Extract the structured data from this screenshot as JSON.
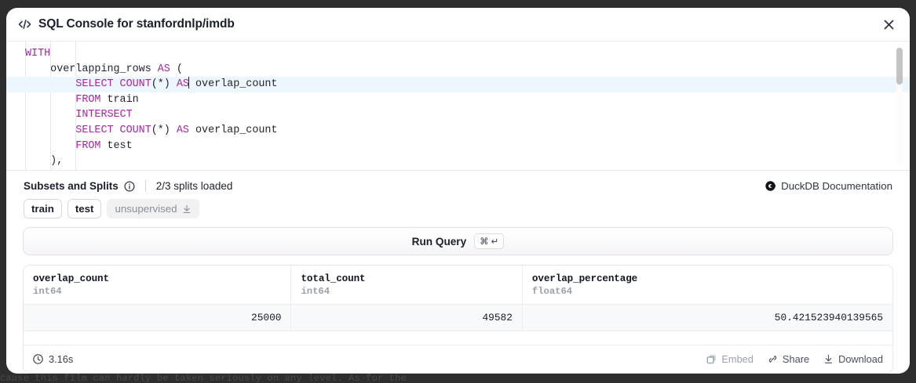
{
  "background": {
    "text_behind": "cause this film can hardly be taken seriously on any level. As for the"
  },
  "modal": {
    "title": "SQL Console for stanfordnlp/imdb",
    "code_icon": "code-brackets-icon",
    "close_icon": "close-icon"
  },
  "editor": {
    "lines": [
      {
        "indent": 0,
        "parts": [
          {
            "t": "WITH",
            "kw": true
          }
        ],
        "active": false
      },
      {
        "indent": 1,
        "parts": [
          {
            "t": "overlapping_rows ",
            "kw": false
          },
          {
            "t": "AS",
            "kw": true
          },
          {
            "t": " (",
            "kw": false
          }
        ],
        "active": false
      },
      {
        "indent": 2,
        "parts": [
          {
            "t": "SELECT COUNT",
            "kw": true
          },
          {
            "t": "(*) ",
            "kw": false
          },
          {
            "t": "AS",
            "kw": true
          },
          {
            "t": "CARET",
            "kw": false
          },
          {
            "t": " overlap_count",
            "kw": false
          }
        ],
        "active": true
      },
      {
        "indent": 2,
        "parts": [
          {
            "t": "FROM",
            "kw": true
          },
          {
            "t": " train",
            "kw": false
          }
        ],
        "active": false
      },
      {
        "indent": 2,
        "parts": [
          {
            "t": "INTERSECT",
            "kw": true
          }
        ],
        "active": false
      },
      {
        "indent": 2,
        "parts": [
          {
            "t": "SELECT COUNT",
            "kw": true
          },
          {
            "t": "(*) ",
            "kw": false
          },
          {
            "t": "AS",
            "kw": true
          },
          {
            "t": " overlap_count",
            "kw": false
          }
        ],
        "active": false
      },
      {
        "indent": 2,
        "parts": [
          {
            "t": "FROM",
            "kw": true
          },
          {
            "t": " test",
            "kw": false
          }
        ],
        "active": false
      },
      {
        "indent": 1,
        "parts": [
          {
            "t": "),",
            "kw": false
          }
        ],
        "active": false
      }
    ],
    "keyword_color": "#a626a4",
    "active_line_color": "#eef6fd"
  },
  "subsets": {
    "title": "Subsets and Splits",
    "info_icon": "info-circle-icon",
    "splits_loaded": "2/3 splits loaded",
    "duckdb_link": "DuckDB Documentation",
    "duckdb_icon": "duckdb-logo-icon",
    "chips": [
      {
        "label": "train",
        "state": "selected",
        "icon": null
      },
      {
        "label": "test",
        "state": "selected",
        "icon": null
      },
      {
        "label": "unsupervised",
        "state": "muted",
        "icon": "download-icon"
      }
    ]
  },
  "run_query": {
    "label": "Run Query",
    "shortcut_cmd": "⌘",
    "shortcut_enter": "↵"
  },
  "results": {
    "columns": [
      {
        "name": "overlap_count",
        "type": "int64"
      },
      {
        "name": "total_count",
        "type": "int64"
      },
      {
        "name": "overlap_percentage",
        "type": "float64"
      }
    ],
    "rows": [
      [
        "25000",
        "49582",
        "50.421523940139565"
      ]
    ],
    "footer": {
      "clock_icon": "clock-icon",
      "duration": "3.16s",
      "actions": [
        {
          "label": "Embed",
          "icon": "copy-icon",
          "disabled": true
        },
        {
          "label": "Share",
          "icon": "link-icon",
          "disabled": false
        },
        {
          "label": "Download",
          "icon": "download-icon",
          "disabled": false
        }
      ]
    }
  }
}
